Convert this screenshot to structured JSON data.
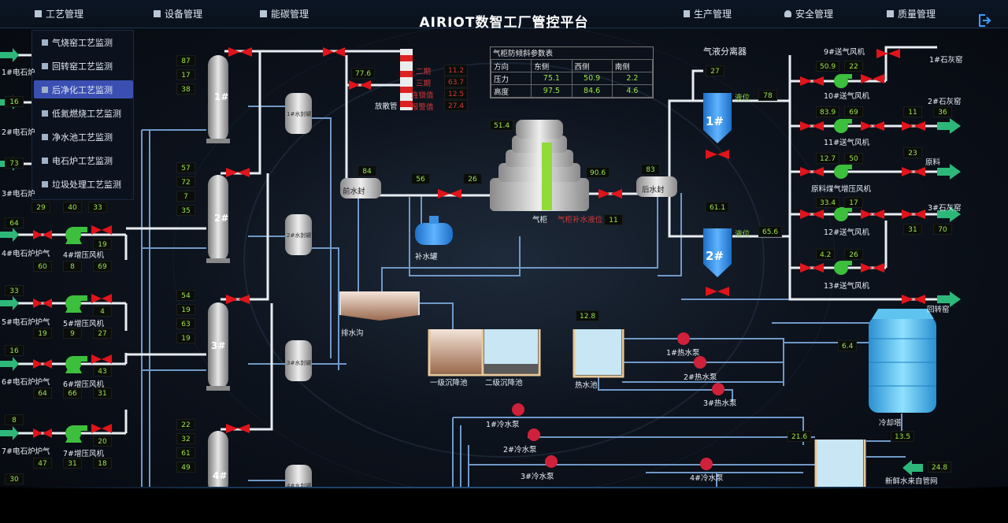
{
  "app_title": "AIRIOT数智工厂管控平台",
  "nav": [
    {
      "label": "工艺管理",
      "icon": "bar-chart-icon"
    },
    {
      "label": "设备管理",
      "icon": "bar-chart-icon"
    },
    {
      "label": "能碳管理",
      "icon": "bar-chart-icon"
    },
    {
      "label": "生产管理",
      "icon": "document-icon"
    },
    {
      "label": "安全管理",
      "icon": "user-icon"
    },
    {
      "label": "质量管理",
      "icon": "bar-chart-icon"
    }
  ],
  "menu": [
    {
      "label": "气烧窑工艺监测"
    },
    {
      "label": "回转窑工艺监测"
    },
    {
      "label": "后净化工艺监测",
      "active": true
    },
    {
      "label": "低氮燃烧工艺监测"
    },
    {
      "label": "净水池工艺监测"
    },
    {
      "label": "电石炉工艺监测"
    },
    {
      "label": "垃圾处理工艺监测"
    }
  ],
  "gas_table": {
    "caption": "气柜防倾斜参数表",
    "headers": [
      "方向",
      "东侧",
      "西侧",
      "南侧"
    ],
    "rows": [
      {
        "name": "压力",
        "values": [
          "75.1",
          "50.9",
          "2.2"
        ]
      },
      {
        "name": "高度",
        "values": [
          "97.5",
          "84.6",
          "4.6"
        ]
      }
    ]
  },
  "left_column": {
    "values": [
      "16",
      "73",
      "64",
      "33",
      "16",
      "8",
      "30"
    ],
    "furnace_labels": [
      "1#电石炉",
      "2#电石炉",
      "3#电石炉",
      "4#电石炉炉气",
      "5#电石炉炉气",
      "6#电石炉炉气",
      "7#电石炉炉气"
    ]
  },
  "fans": [
    {
      "label": "4#增压风机",
      "top": "19",
      "bottom": [
        "60",
        "8",
        "69"
      ]
    },
    {
      "label": "5#增压风机",
      "top": "4",
      "bottom": [
        "19",
        "9",
        "27"
      ]
    },
    {
      "label": "6#增压风机",
      "top": "43",
      "bottom": [
        "64",
        "66",
        "31"
      ]
    },
    {
      "label": "7#增压风机",
      "top": "20",
      "bottom": [
        "47",
        "31",
        "18"
      ]
    }
  ],
  "row3_values": [
    "29",
    "40",
    "33"
  ],
  "towers": [
    {
      "label": "1#",
      "values": [
        "87",
        "17",
        "38"
      ]
    },
    {
      "label": "2#",
      "values": [
        "57",
        "72",
        "7",
        "35"
      ]
    },
    {
      "label": "3#",
      "values": [
        "54",
        "19",
        "63",
        "19"
      ]
    },
    {
      "label": "4#",
      "values": [
        "22",
        "32",
        "61",
        "49"
      ]
    }
  ],
  "water_seals": [
    "1#水封罐",
    "2#水封罐",
    "3#水封罐",
    "4#水封罐"
  ],
  "stack": {
    "label": "放散管",
    "value": "77.6",
    "alarms": [
      "二期",
      "三期",
      "连锁值",
      "报警值"
    ],
    "alarm_values": [
      "11.2",
      "63.7",
      "12.5",
      "27.4"
    ]
  },
  "front_seal": {
    "label": "前水封",
    "value": "84"
  },
  "rear_seal": {
    "label": "后水封",
    "value": "83"
  },
  "pipe_values": {
    "a": "56",
    "b": "26",
    "c": "90.6"
  },
  "gas_holder": {
    "label": "气柜",
    "value": "51.4",
    "level_label": "气柜补水液位",
    "level_value": "11"
  },
  "makeup_tank": "补水罐",
  "drain_ditch": "排水沟",
  "settling": [
    "一级沉降池",
    "二级沉降池"
  ],
  "hot_pool": {
    "label": "热水池",
    "value": "12.8"
  },
  "hot_pumps": [
    "1#热水泵",
    "2#热水泵",
    "3#热水泵"
  ],
  "cold_pumps": [
    "1#冷水泵",
    "2#冷水泵",
    "3#冷水泵",
    "4#冷水泵"
  ],
  "cooling_tower": {
    "label": "冷却塔",
    "value": "6.4"
  },
  "cold_pool_values": [
    "21.6",
    "13.5"
  ],
  "fresh_water": {
    "label": "新鲜水来自管网",
    "value": "24.8"
  },
  "separator": {
    "title": "气液分离器",
    "s1": "1#",
    "s2": "2#",
    "level_label": "液位",
    "v1_top": "27",
    "v1_level": "78",
    "v2_top": "61.1",
    "v2_level": "65.6"
  },
  "right_fans": [
    {
      "label": "9#送气风机",
      "values": [
        "50.9",
        "22"
      ]
    },
    {
      "label": "10#送气风机",
      "values": [
        "",
        ""
      ]
    },
    {
      "label": "11#送气风机",
      "values": [
        "83.9",
        "69"
      ]
    },
    {
      "label": "原料煤气增压风机",
      "values": [
        "12.7",
        "50"
      ]
    },
    {
      "label": "12#送气风机",
      "values": [
        "33.4",
        "17"
      ]
    },
    {
      "label": "13#送气风机",
      "values": [
        "4.2",
        "26"
      ]
    }
  ],
  "destinations": [
    {
      "label": "1#石灰窑"
    },
    {
      "label": "2#石灰窑",
      "values": [
        "11",
        "36"
      ]
    },
    {
      "label": "原料",
      "value": "23"
    },
    {
      "label": "3#石灰窑",
      "values": [
        "31",
        "70"
      ]
    },
    {
      "label": "回转窑"
    }
  ]
}
